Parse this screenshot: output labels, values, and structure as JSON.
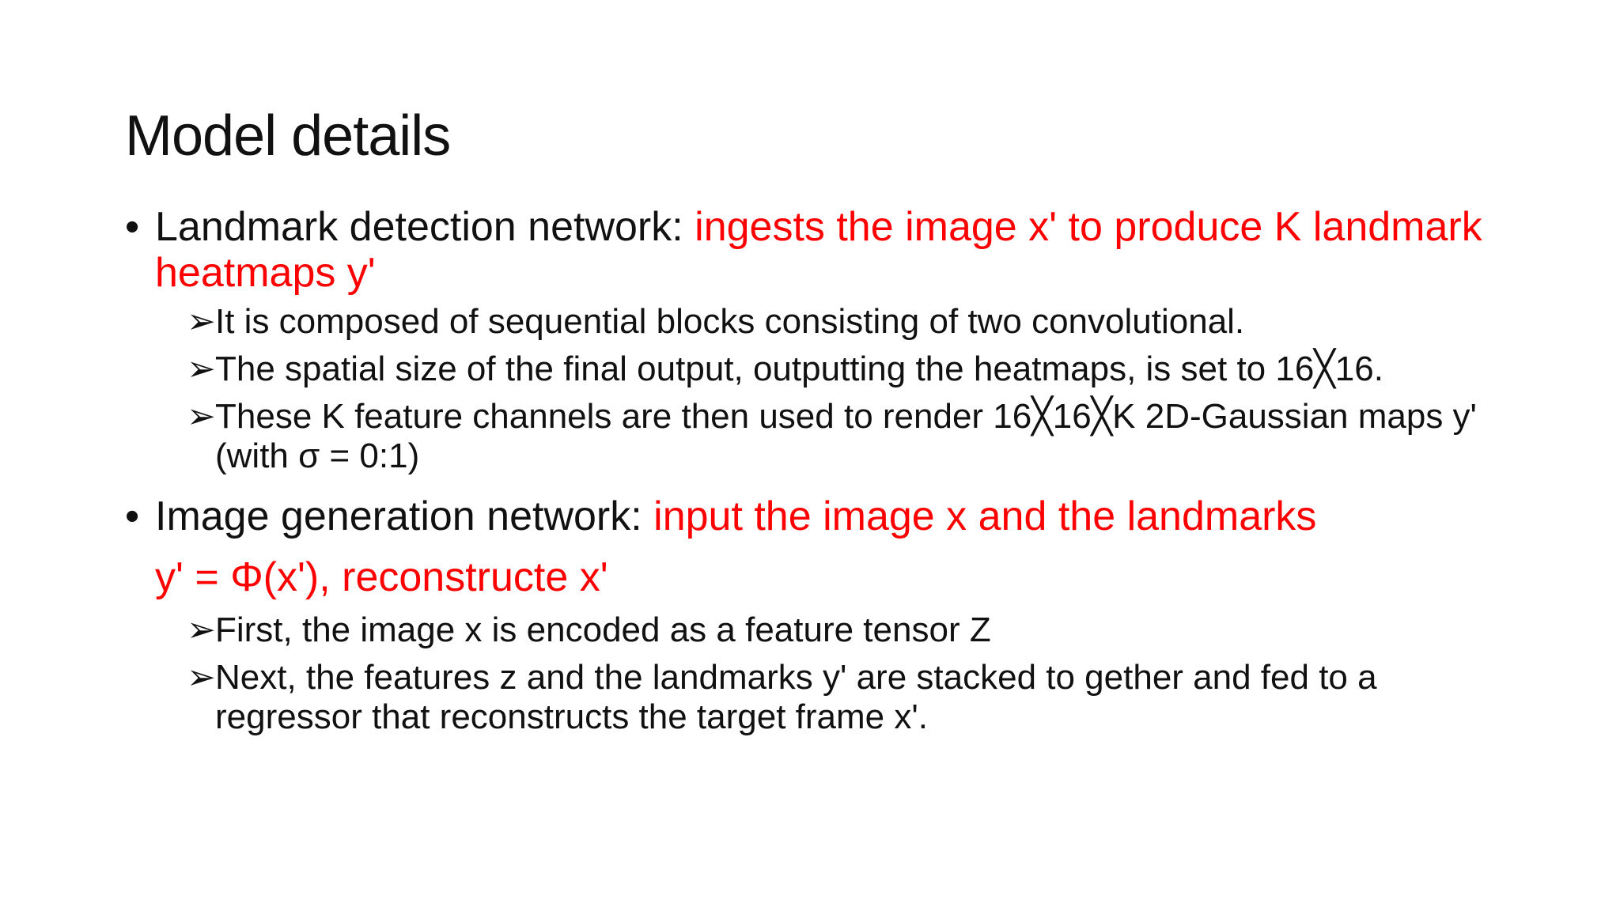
{
  "slide": {
    "title": "Model details",
    "bullets": [
      {
        "marker": "•",
        "lead": "Landmark detection network: ",
        "highlight": "ingests the image x' to produce K landmark heatmaps y'",
        "sub": [
          {
            "marker": "➢",
            "text": "It is composed of sequential blocks consisting of two convolutional."
          },
          {
            "marker": "➢",
            "text": "The spatial size of the final output, outputting the heatmaps, is set to 16╳16."
          },
          {
            "marker": "➢",
            "text": "These K feature channels are then used to render 16╳16╳K 2D-Gaussian maps y' (with σ = 0:1)"
          }
        ]
      },
      {
        "marker": "•",
        "lead": "Image generation network: ",
        "highlight": "input the image x and the landmarks",
        "continuation": "y' = Φ(x'), reconstructe x'",
        "sub": [
          {
            "marker": "➢",
            "text": "First, the image x is encoded as a feature tensor Z"
          },
          {
            "marker": "➢",
            "text": "Next, the features z and the landmarks y' are stacked to gether and fed to a regressor that reconstructs the target frame x'."
          }
        ]
      }
    ]
  }
}
